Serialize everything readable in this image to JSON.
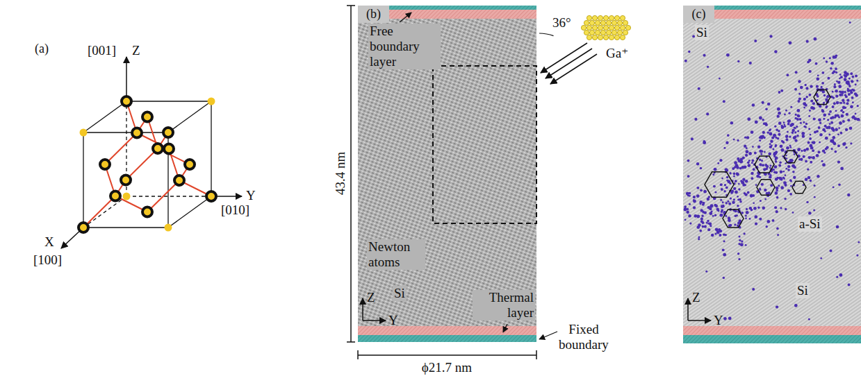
{
  "diagram": {
    "nodes": [
      {
        "text": [
          "Free boundary layer",
          "Newton atoms",
          "Si",
          "Thermal layer"
        ]
      },
      {
        "text": [
          "(b)"
        ],
        "in": 0
      },
      {
        "text": [
          "Si",
          "a-Si",
          "Si"
        ]
      },
      {
        "text": [
          "(c)"
        ],
        "in": 2
      }
    ],
    "labels": [
      "(a)",
      "[001]",
      "Z",
      "Y",
      "[010]",
      "X",
      "[100]",
      "43.4 nm",
      "36°",
      "Ga⁺",
      "Fixed boundary",
      "Z",
      "Y",
      "ϕ21.7 nm",
      "Z",
      "Y"
    ]
  }
}
